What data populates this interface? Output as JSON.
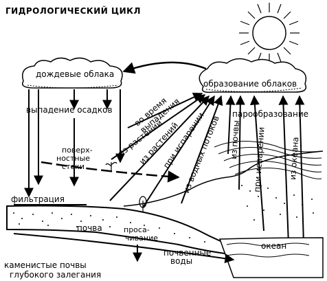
{
  "title": "ГИДРОЛОГИЧЕСКИЙ ЦИКЛ",
  "labels": {
    "rain_clouds": "дождевые облака",
    "cloud_formation": "образование облаков",
    "precipitation": "выпадение осадков",
    "during_precip_1": "во время",
    "during_precip_2": "выпадения",
    "from_plants_1": "из растений",
    "from_plants_2": "из растений",
    "on_evaporation": "при испарении",
    "from_water_flows": "из водных потоков",
    "from_soil": "из почвы",
    "on_evaporation_2": "при испарении",
    "from_ocean": "из океана",
    "vaporization": "парообразование",
    "surface_runoff_1": "поверх-",
    "surface_runoff_2": "ностные",
    "surface_runoff_3": "стоки",
    "filtration": "фильтрация",
    "soil": "почва",
    "seepage_1": "проса-",
    "seepage_2": "чивание",
    "ocean": "океан",
    "rocky_soil_1": "каменистые почвы",
    "rocky_soil_2": "глубокого залегания",
    "soil_water_1": "почвенные",
    "soil_water_2": "воды"
  }
}
